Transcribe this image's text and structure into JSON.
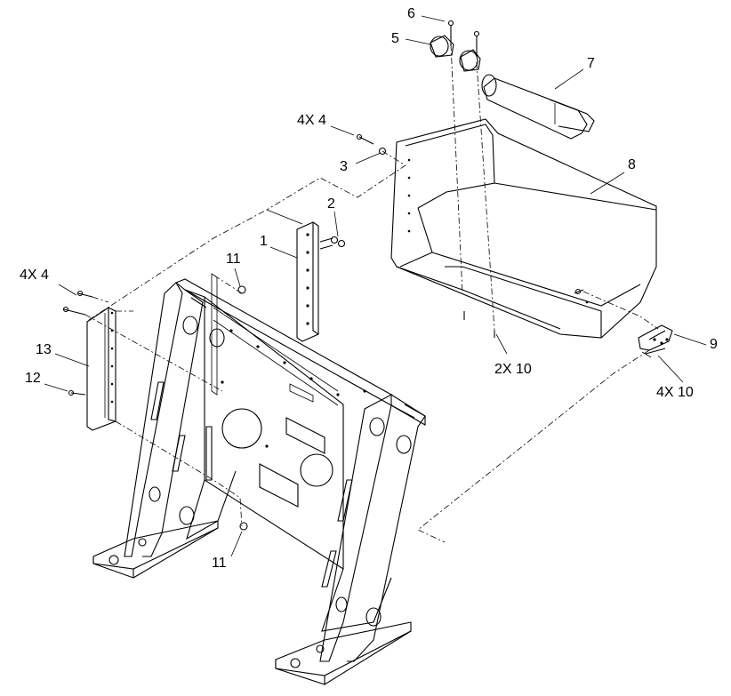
{
  "callouts": {
    "c1": "1",
    "c2": "2",
    "c3": "3",
    "c4x4_top": "4X 4",
    "c4x4_left": "4X 4",
    "c5": "5",
    "c6": "6",
    "c7": "7",
    "c8": "8",
    "c9": "9",
    "c2x10": "2X 10",
    "c4x10": "4X 10",
    "c11_top": "11",
    "c11_bottom": "11",
    "c12": "12",
    "c13": "13"
  },
  "colors": {
    "line": "#000000",
    "background": "#ffffff"
  }
}
